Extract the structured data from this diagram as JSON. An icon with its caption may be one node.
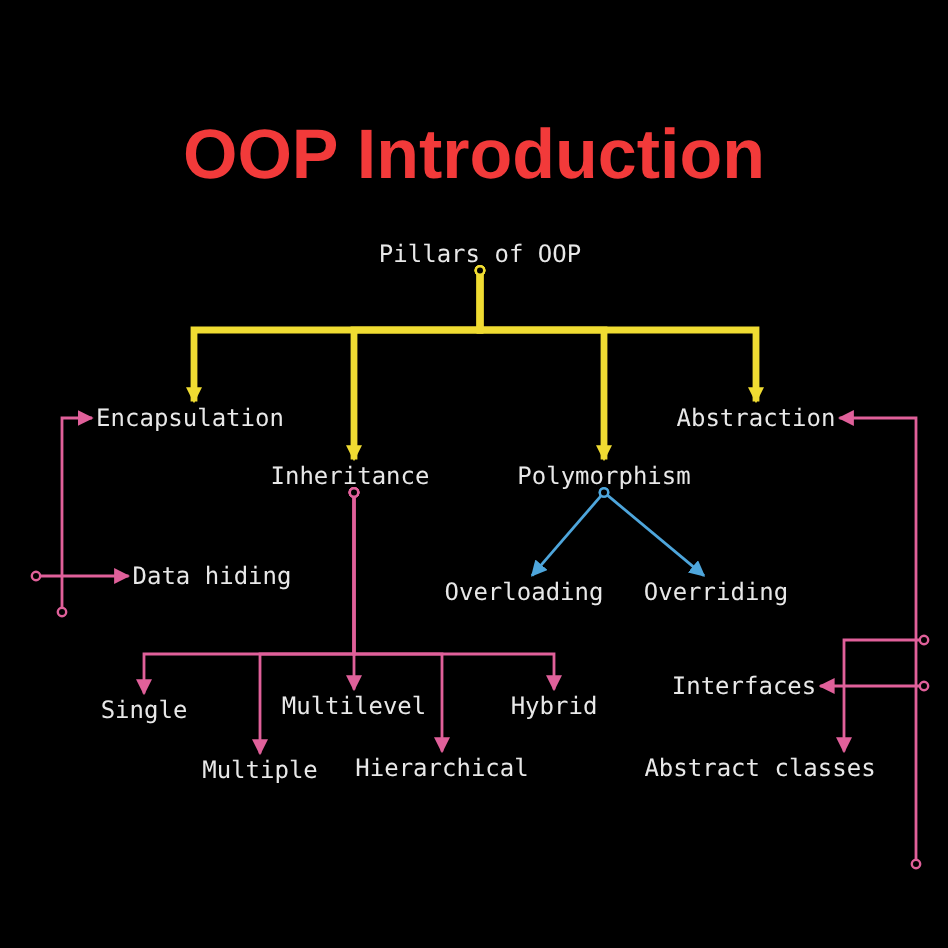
{
  "diagram": {
    "title": "OOP Introduction",
    "nodes": [
      {
        "text": [
          "Pillars of OOP"
        ]
      },
      {
        "text": [
          "Encapsulation"
        ]
      },
      {
        "text": [
          "Inheritance"
        ]
      },
      {
        "text": [
          "Polymorphism"
        ]
      },
      {
        "text": [
          "Abstraction"
        ]
      },
      {
        "text": [
          "Data hiding"
        ]
      },
      {
        "text": [
          "Overloading"
        ]
      },
      {
        "text": [
          "Overriding"
        ]
      },
      {
        "text": [
          "Single"
        ]
      },
      {
        "text": [
          "Multilevel"
        ]
      },
      {
        "text": [
          "Hybrid"
        ]
      },
      {
        "text": [
          "Multiple"
        ]
      },
      {
        "text": [
          "Hierarchical"
        ]
      },
      {
        "text": [
          "Interfaces"
        ]
      },
      {
        "text": [
          "Abstract classes"
        ]
      }
    ],
    "edges": [
      {
        "from": 0,
        "to": 1,
        "arrow": "to",
        "style": "thick",
        "color": "#f0dc32"
      },
      {
        "from": 0,
        "to": 2,
        "arrow": "to",
        "style": "thick",
        "color": "#f0dc32"
      },
      {
        "from": 0,
        "to": 3,
        "arrow": "to",
        "style": "thick",
        "color": "#f0dc32"
      },
      {
        "from": 0,
        "to": 4,
        "arrow": "to",
        "style": "thick",
        "color": "#f0dc32"
      },
      {
        "from": null,
        "to": 1,
        "arrow": "to"
      },
      {
        "from": null,
        "to": 5,
        "arrow": "to"
      },
      {
        "from": 3,
        "to": 6,
        "arrow": "to",
        "color": "#4ea6dc"
      },
      {
        "from": 3,
        "to": 7,
        "arrow": "to",
        "color": "#4ea6dc"
      },
      {
        "from": 2,
        "to": 8,
        "arrow": "to"
      },
      {
        "from": 2,
        "to": 11,
        "arrow": "to"
      },
      {
        "from": 2,
        "to": 9,
        "arrow": "to"
      },
      {
        "from": 2,
        "to": 12,
        "arrow": "to"
      },
      {
        "from": 2,
        "to": 10,
        "arrow": "to"
      },
      {
        "from": null,
        "to": 4,
        "arrow": "to"
      },
      {
        "from": null,
        "to": 13,
        "arrow": "to"
      },
      {
        "from": null,
        "to": 14,
        "arrow": "to"
      }
    ]
  }
}
